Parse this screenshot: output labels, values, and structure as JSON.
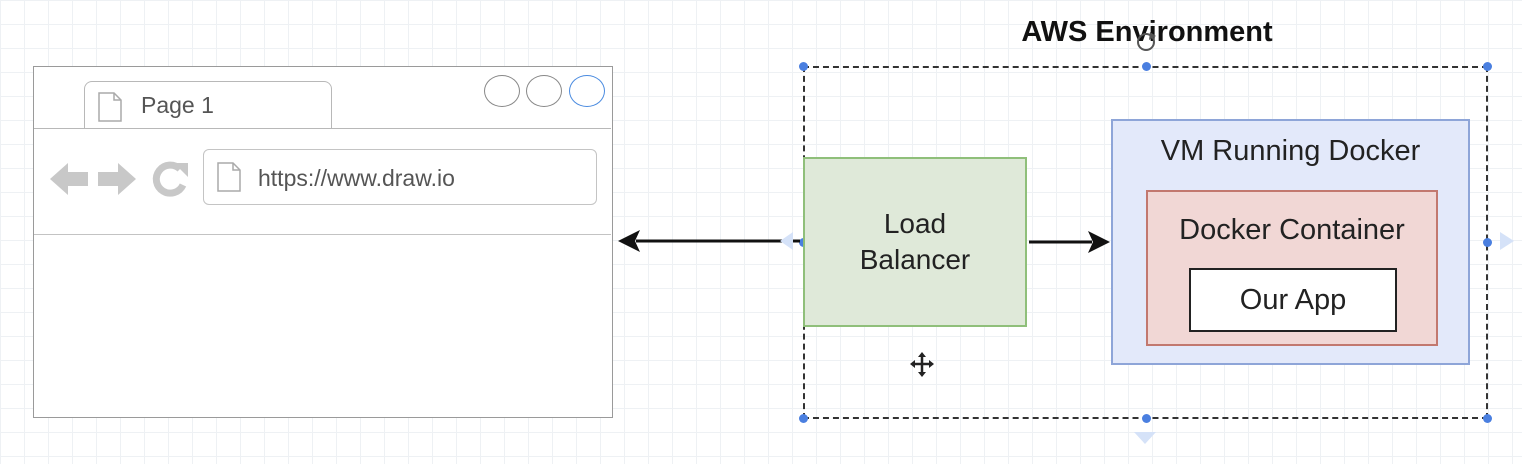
{
  "browser": {
    "tab_label": "Page 1",
    "url": "https://www.draw.io",
    "window_buttons": [
      "circle",
      "circle",
      "circle"
    ]
  },
  "aws": {
    "title": "AWS Environment",
    "load_balancer": "Load\nBalancer",
    "vm_label": "VM Running Docker",
    "container_label": "Docker Container",
    "app_label": "Our App"
  },
  "colors": {
    "load_balancer_fill": "#dfe9d9",
    "load_balancer_stroke": "#8fbf7a",
    "vm_fill": "#e3e9fa",
    "vm_stroke": "#8ea5d8",
    "container_fill": "#f1d7d5",
    "container_stroke": "#c2786f",
    "selection_handle": "#4a7fe0"
  },
  "icons": {
    "tab": "page-icon",
    "back": "arrow-left-icon",
    "forward": "arrow-right-icon",
    "reload": "reload-icon",
    "url": "page-icon",
    "cursor": "move-cursor-icon"
  }
}
